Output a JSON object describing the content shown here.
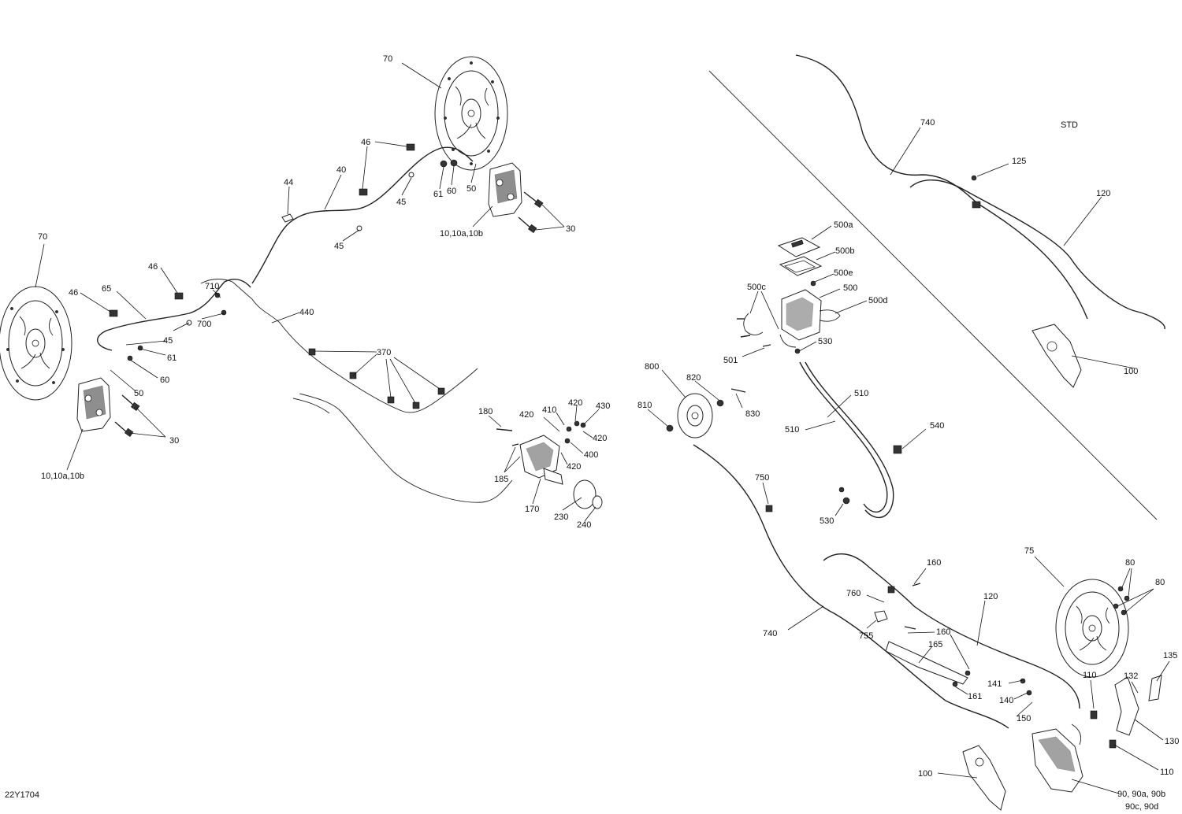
{
  "diagram": {
    "code": "22Y1704",
    "variant_label": "STD",
    "labels": {
      "l70a": "70",
      "l70b": "70",
      "l46a": "46",
      "l46b": "46",
      "l46c": "46",
      "l44": "44",
      "l40": "40",
      "l45a": "45",
      "l45b": "45",
      "l45c": "45",
      "l61a": "61",
      "l61b": "61",
      "l60a": "60",
      "l60b": "60",
      "l50a": "50",
      "l50b": "50",
      "l30a": "30",
      "l30b": "30",
      "l10a": "10,10a,10b",
      "l10b": "10,10a,10b",
      "l65": "65",
      "l710": "710",
      "l700": "700",
      "l440": "440",
      "l370": "370",
      "l180": "180",
      "l185": "185",
      "l170": "170",
      "l230": "230",
      "l240": "240",
      "l410": "410",
      "l420a": "420",
      "l420b": "420",
      "l420c": "420",
      "l420d": "420",
      "l430": "430",
      "l400": "400",
      "l740a": "740",
      "l740b": "740",
      "l125": "125",
      "l120a": "120",
      "l120b": "120",
      "l100a": "100",
      "l100b": "100",
      "l500a": "500a",
      "l500b": "500b",
      "l500e": "500e",
      "l500": "500",
      "l500d": "500d",
      "l500c": "500c",
      "l501": "501",
      "l530a": "530",
      "l530b": "530",
      "l510a": "510",
      "l510b": "510",
      "l540": "540",
      "l800": "800",
      "l820": "820",
      "l810": "810",
      "l830": "830",
      "l750": "750",
      "l160a": "160",
      "l160b": "160",
      "l165": "165",
      "l760": "760",
      "l755": "755",
      "l141": "141",
      "l140": "140",
      "l150": "150",
      "l161": "161",
      "l75": "75",
      "l80a": "80",
      "l80b": "80",
      "l135": "135",
      "l132": "132",
      "l110a": "110",
      "l110b": "110",
      "l130": "130",
      "l90a": "90, 90a, 90b",
      "l90b": "90c, 90d"
    }
  }
}
